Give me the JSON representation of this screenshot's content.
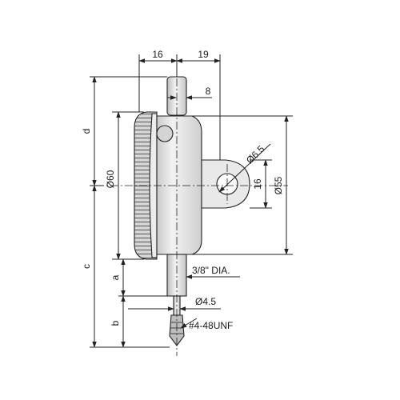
{
  "dimensions": {
    "stem_offset": "16",
    "body_offset": "19",
    "plunger_width": "8",
    "back_hole": "Ø6.5",
    "lug_height": "16",
    "body_diameter": "Ø55",
    "bezel_diameter": "Ø60",
    "stem_dia": "3/8\" DIA.",
    "tip_diameter": "Ø4.5",
    "thread": "#4-48UNF",
    "a": "a",
    "b": "b",
    "c": "c",
    "d": "d"
  },
  "colors": {
    "line": "#222222",
    "body_fill": "#e3e3e3",
    "bezel_fill": "#cfcfcf",
    "background": "#ffffff"
  }
}
